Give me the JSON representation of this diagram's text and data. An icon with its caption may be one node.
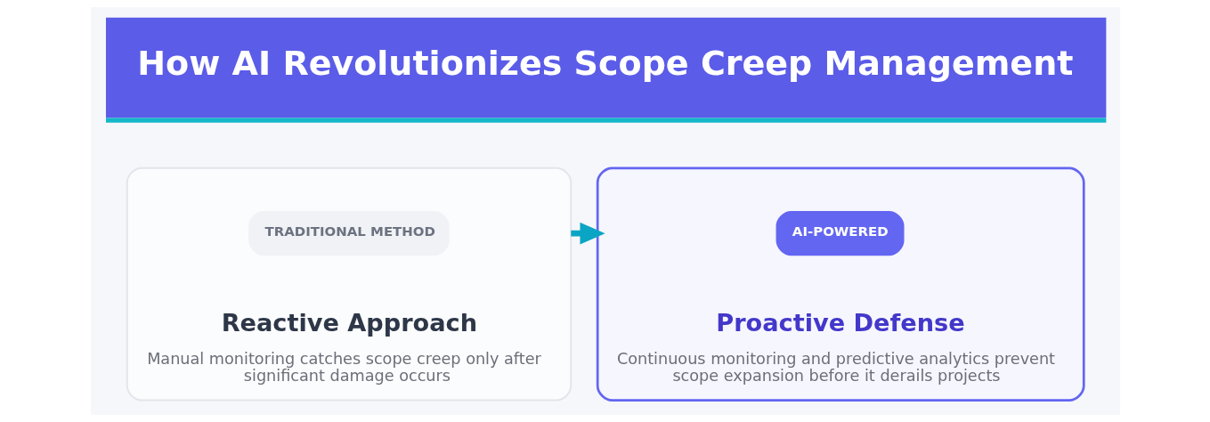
{
  "diagram": {
    "title": "How AI Revolutionizes Scope Creep Management",
    "nodes": [
      {
        "text": [
          "Reactive Approach",
          "Manual monitoring catches scope creep only after significant damage occurs"
        ]
      },
      {
        "text": [
          "TRADITIONAL METHOD"
        ],
        "in": 0
      },
      {
        "text": [
          "Proactive Defense",
          "Continuous monitoring and predictive analytics prevent scope expansion before it derails projects"
        ]
      },
      {
        "text": [
          "AI-POWERED"
        ],
        "in": 2
      }
    ],
    "edges": [
      {
        "from": 0,
        "to": 2,
        "arrow": "to"
      }
    ]
  }
}
